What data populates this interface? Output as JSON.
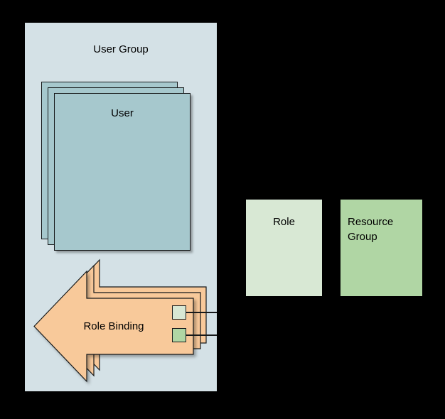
{
  "diagram": {
    "background_color": "#000000",
    "user_group": {
      "title": "User Group",
      "fill": "#d4e1e6",
      "user_card": {
        "label": "User",
        "fill": "#a6c8cd",
        "stroke": "#16191a",
        "stack_count": 3
      }
    },
    "role_binding": {
      "label": "Role Binding",
      "fill": "#f8c99a",
      "stroke": "#16191a",
      "stack_count": 3,
      "shape": "left-arrow",
      "ports": [
        {
          "name": "role-port",
          "fill": "#d8e8d4",
          "target": "Role"
        },
        {
          "name": "resource-group-port",
          "fill": "#b0d6a4",
          "target": "Resource Group"
        }
      ]
    },
    "role": {
      "label": "Role",
      "fill": "#d8e8d4"
    },
    "resource_group": {
      "label_line1": "Resource",
      "label_line2": "Group",
      "fill": "#b0d6a4"
    },
    "connectors": [
      {
        "name": "role-binding-to-role",
        "color": "#16191a"
      },
      {
        "name": "role-binding-to-resource-group",
        "color": "#16191a"
      }
    ]
  }
}
